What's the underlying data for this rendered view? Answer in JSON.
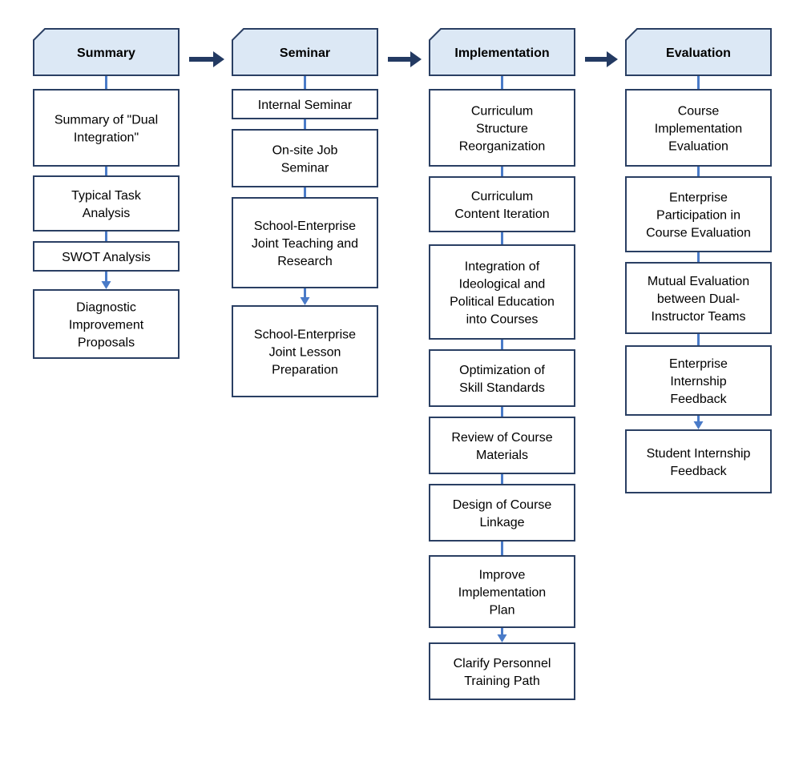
{
  "columns": [
    {
      "title": "Summary",
      "steps": [
        "Summary of \"Dual Integration\"",
        "Typical Task Analysis",
        "SWOT Analysis",
        "Diagnostic Improvement Proposals"
      ]
    },
    {
      "title": "Seminar",
      "steps": [
        "Internal Seminar",
        "On-site Job Seminar",
        "School-Enterprise Joint Teaching and Research",
        "School-Enterprise Joint Lesson Preparation"
      ]
    },
    {
      "title": "Implementation",
      "steps": [
        "Curriculum Structure Reorganization",
        "Curriculum Content Iteration",
        "Integration of Ideological and Political Education into Courses",
        "Optimization of Skill Standards",
        "Review of Course Materials",
        "Design of Course Linkage",
        "Improve Implementation Plan",
        "Clarify Personnel Training Path"
      ]
    },
    {
      "title": "Evaluation",
      "steps": [
        "Course Implementation Evaluation",
        "Enterprise Participation in Course Evaluation",
        "Mutual Evaluation between Dual-Instructor Teams",
        "Enterprise Internship Feedback",
        "Student Internship Feedback"
      ]
    }
  ],
  "colors": {
    "header_fill": "#dce8f5",
    "border": "#2a3f63",
    "connector": "#4a7bc8",
    "flow_arrow": "#233a62"
  }
}
